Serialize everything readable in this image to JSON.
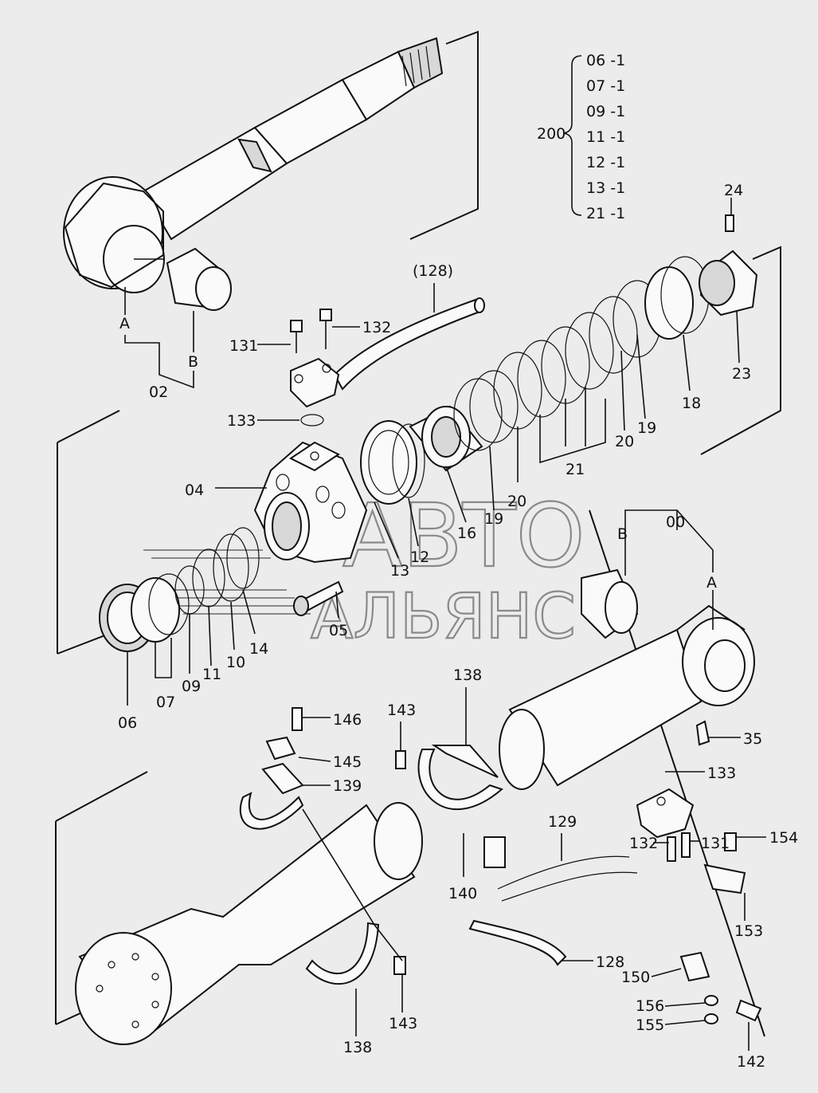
{
  "watermark": {
    "line1": "АВТО",
    "line2": "АЛЬЯНС"
  },
  "kit": {
    "code": "200",
    "items": [
      "06 -1",
      "07 -1",
      "09 -1",
      "11 -1",
      "12 -1",
      "13 -1",
      "21 -1"
    ]
  },
  "labels": {
    "p128_ref": "(128)",
    "p132a": "132",
    "p131a": "131",
    "p133a": "133",
    "p02": "02",
    "pA1": "A",
    "pB1": "B",
    "p24": "24",
    "p23": "23",
    "p18": "18",
    "p19a": "19",
    "p20a": "20",
    "p21": "21",
    "p19b": "19",
    "p20b": "20",
    "p16": "16",
    "p12": "12",
    "p13": "13",
    "p04": "04",
    "p05": "05",
    "p14": "14",
    "p10": "10",
    "p11": "11",
    "p09": "09",
    "p07": "07",
    "p06": "06",
    "p00": "00",
    "pB2": "B",
    "pA2": "A",
    "p35": "35",
    "p133b": "133",
    "p138a": "138",
    "p143a": "143",
    "p146": "146",
    "p145": "145",
    "p139": "139",
    "p140": "140",
    "p129": "129",
    "p132b": "132",
    "p131b": "131",
    "p154": "154",
    "p153": "153",
    "p128": "128",
    "p150": "150",
    "p156": "156",
    "p155": "155",
    "p142": "142",
    "p143b": "143",
    "p138b": "138"
  }
}
